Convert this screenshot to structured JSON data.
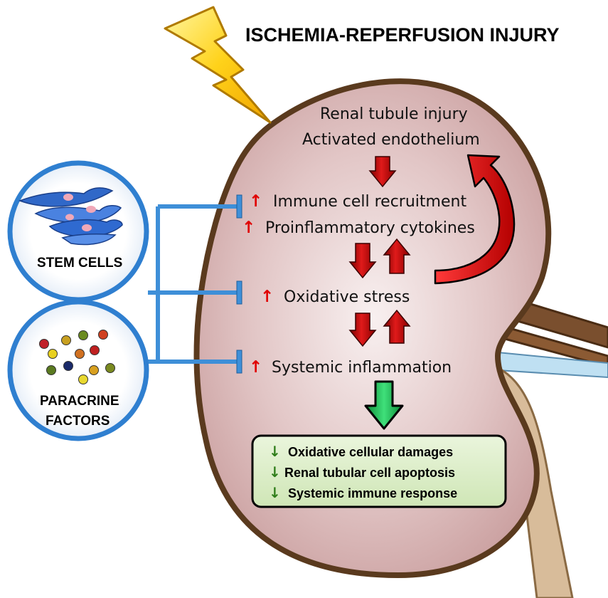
{
  "title": "ISCHEMIA-REPERFUSION INJURY",
  "injury": {
    "line1": "Renal tubule injury",
    "line2": "Activated endothelium"
  },
  "cascade": {
    "up_symbol": "↑",
    "immune": "Immune cell recruitment",
    "cytokines": "Proinflammatory cytokines",
    "oxidative": "Oxidative stress",
    "systemic": "Systemic inflammation"
  },
  "therapies": {
    "stem_cells": "STEM CELLS",
    "paracrine_line1": "PARACRINE",
    "paracrine_line2": "FACTORS"
  },
  "outcomes": {
    "down_symbol": "↓",
    "items": [
      "Oxidative cellular damages",
      "Renal tubular cell apoptosis",
      "Systemic immune response"
    ]
  },
  "colors": {
    "kidney_fill": "#dcbcbc",
    "kidney_outline": "#5a3a1e",
    "arrow_red": "#c41414",
    "arrow_green": "#1db954",
    "inhibitor_blue": "#3e8fd8",
    "outcome_box": "#d8ecc4"
  }
}
